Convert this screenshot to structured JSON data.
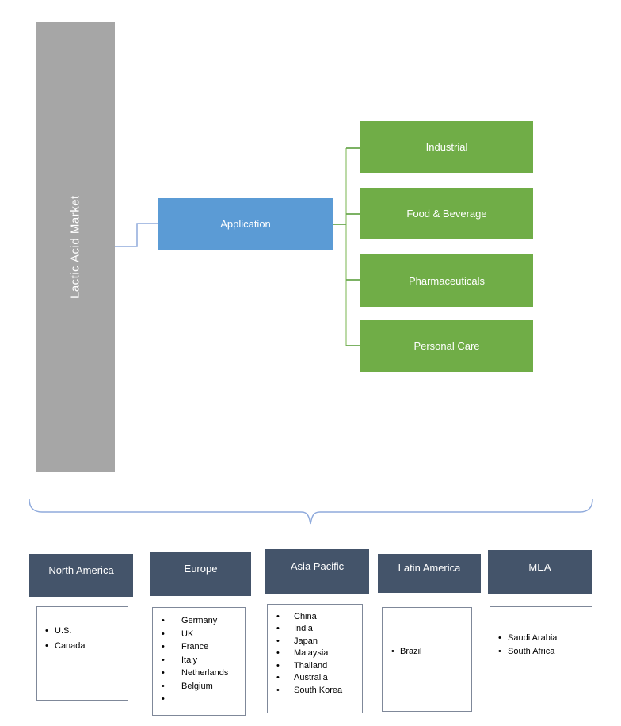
{
  "root": {
    "label": "Lactic Acid Market"
  },
  "segment": {
    "label": "Application"
  },
  "applications": [
    "Industrial",
    "Food & Beverage",
    "Pharmaceuticals",
    "Personal Care"
  ],
  "regions": [
    {
      "name": "North America",
      "countries": [
        "U.S.",
        "Canada"
      ]
    },
    {
      "name": "Europe",
      "countries": [
        "Germany",
        "UK",
        "France",
        "Italy",
        "Netherlands",
        "Belgium",
        ""
      ]
    },
    {
      "name": "Asia Pacific",
      "countries": [
        "China",
        "India",
        "Japan",
        "Malaysia",
        "Thailand",
        "Australia",
        "South Korea"
      ]
    },
    {
      "name": "Latin America",
      "countries": [
        "Brazil"
      ]
    },
    {
      "name": "MEA",
      "countries": [
        "Saudi Arabia",
        "South Africa"
      ]
    }
  ],
  "colors": {
    "root_bar": "#a6a6a6",
    "segment_box": "#5b9bd5",
    "application_box": "#70ad47",
    "region_header": "#44546a",
    "connector_blue": "#8faadc",
    "connector_green_trunk": "#a5cd8a",
    "connector_green_stub": "#6aa84f",
    "brace": "#8faadc",
    "list_border": "#7f8899",
    "text_on_boxes": "#ffffff",
    "list_text": "#000000"
  }
}
